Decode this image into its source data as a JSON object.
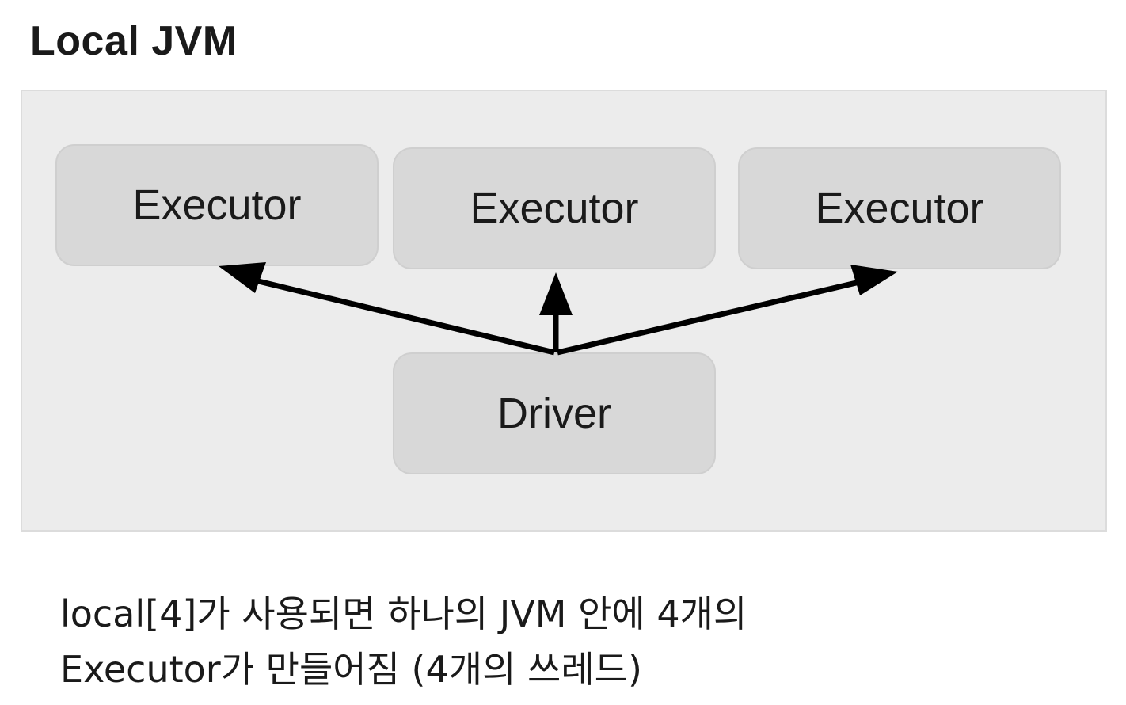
{
  "title": "Local JVM",
  "nodes": {
    "executor_1": "Executor",
    "executor_2": "Executor",
    "executor_3": "Executor",
    "driver": "Driver"
  },
  "edges": [
    {
      "from": "driver",
      "to": "executor_1"
    },
    {
      "from": "driver",
      "to": "executor_2"
    },
    {
      "from": "driver",
      "to": "executor_3"
    }
  ],
  "caption": {
    "line_1": "local[4]가 사용되면 하나의 JVM 안에 4개의",
    "line_2": "Executor가 만들어짐 (4개의 쓰레드)"
  }
}
